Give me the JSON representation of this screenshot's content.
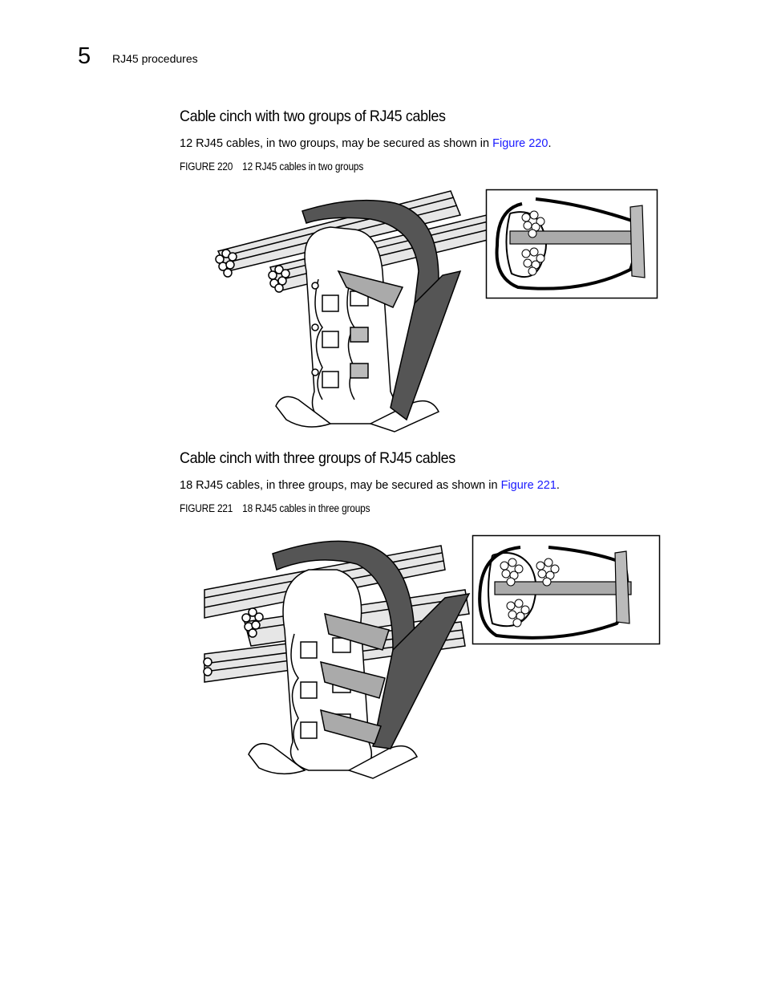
{
  "header": {
    "chapter_number": "5",
    "running_title": "RJ45 procedures"
  },
  "section1": {
    "heading": "Cable cinch with two groups of RJ45 cables",
    "body_prefix": "12 RJ45 cables, in two groups, may be secured as shown in ",
    "body_link": "Figure 220",
    "body_suffix": ".",
    "figure_label": "FIGURE 220",
    "figure_title": "12 RJ45 cables in two groups"
  },
  "section2": {
    "heading": "Cable cinch with three groups of RJ45 cables",
    "body_prefix": "18 RJ45 cables, in three groups, may be secured as shown in ",
    "body_link": "Figure 221",
    "body_suffix": ".",
    "figure_label": "FIGURE 221",
    "figure_title": "18 RJ45 cables in three groups"
  },
  "colors": {
    "link": "#1a1aff",
    "strap_dark": "#555555",
    "strap_light": "#aaaaaa"
  }
}
